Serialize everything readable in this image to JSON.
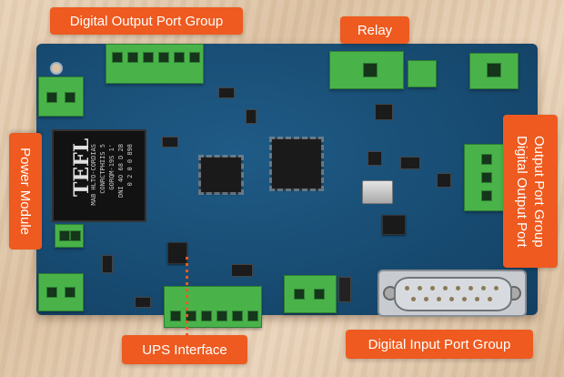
{
  "labels": {
    "digital_output_top": "Digital Output Port Group",
    "relay": "Relay",
    "power_module": "Power Module",
    "digital_output_right_line1": "Digital Output Port",
    "digital_output_right_line2": "Output Port Group",
    "ups_interface": "UPS Interface",
    "digital_input": "Digital Input Port Group"
  },
  "module": {
    "brand": "TEFL",
    "spec_lines": [
      "MAB HLTO-CORDIAS",
      "CONRCTPHIIS 5",
      "GORQM-19S 1'",
      "DNI 4O 68 D 2B",
      "0 2 0 0 898"
    ]
  },
  "colors": {
    "callout": "#ee5a1f",
    "board": "#184c73",
    "terminal": "#49b34a",
    "background": "#e2c9ae"
  }
}
